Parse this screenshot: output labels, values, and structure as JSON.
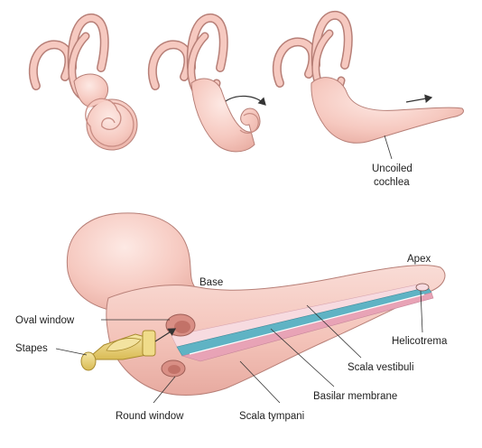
{
  "labels": {
    "uncoiled_line1": "Uncoiled",
    "uncoiled_line2": "cochlea",
    "apex": "Apex",
    "base": "Base",
    "oval_window": "Oval window",
    "stapes": "Stapes",
    "helicotrema": "Helicotrema",
    "scala_vestibuli": "Scala vestibuli",
    "basilar_membrane": "Basilar membrane",
    "round_window": "Round window",
    "scala_tympani": "Scala tympani"
  },
  "colors": {
    "tissue": "#f6c9c0",
    "tissue_dark": "#e2a69b",
    "outline": "#b77f77",
    "vestibuli_band": "#f7dbe0",
    "basilar_membrane": "#5fb3c4",
    "tympani_band": "#e8a3b6",
    "stapes": "#e9d27a"
  }
}
